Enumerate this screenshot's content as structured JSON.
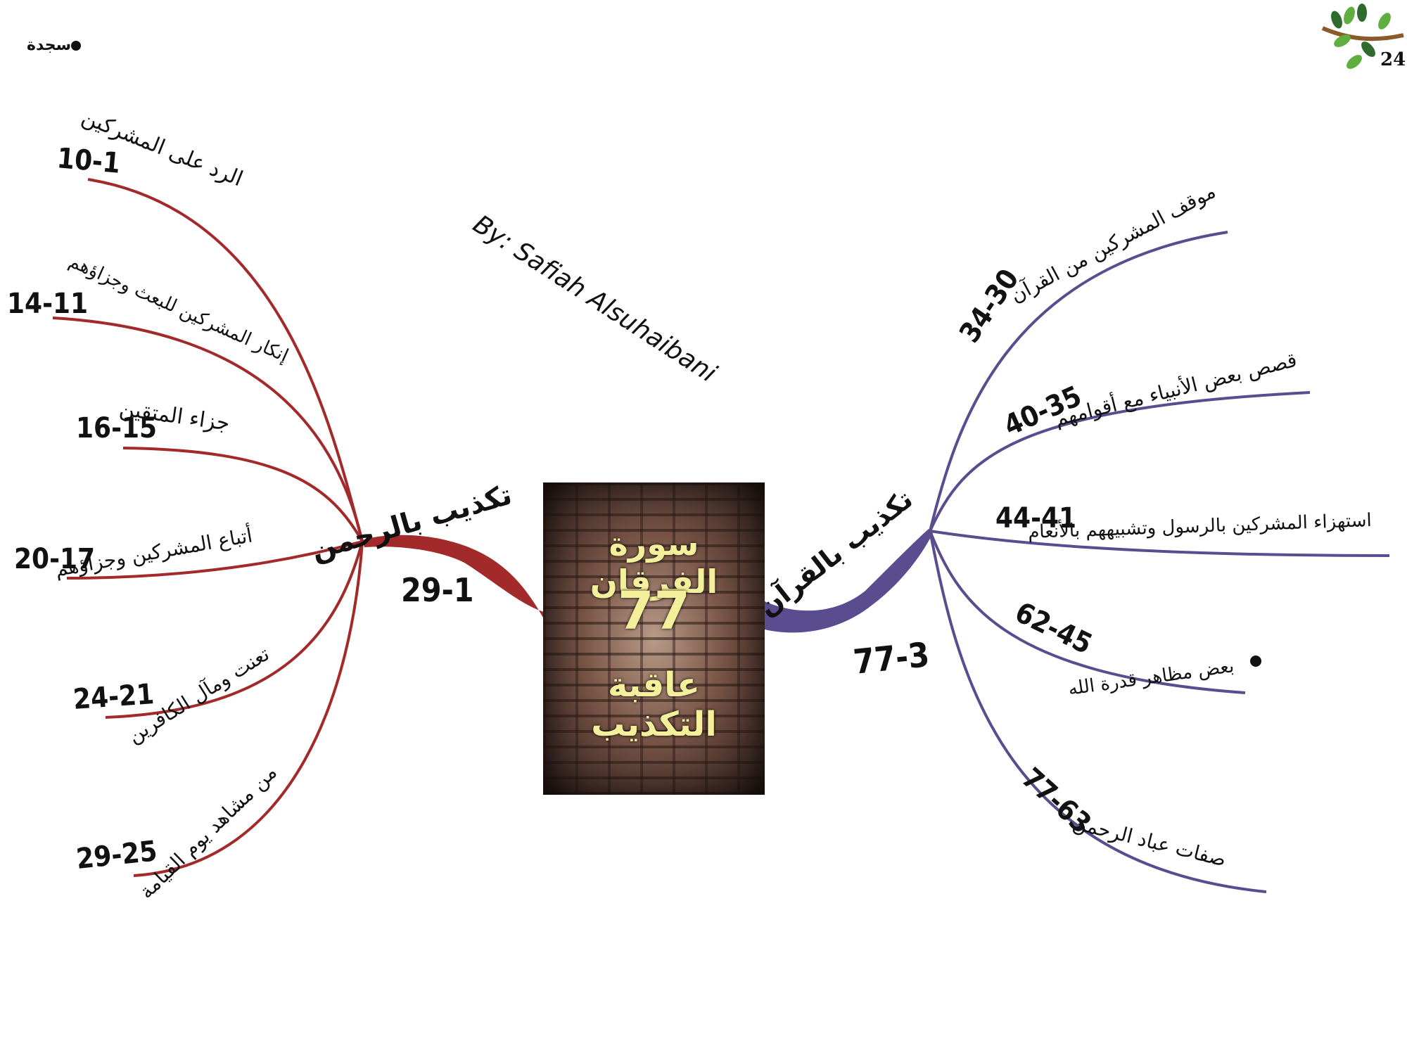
{
  "header": {
    "sajda_label": "سجدة",
    "page_number": "24"
  },
  "author": "By: Safiah Alsuhaibani",
  "center": {
    "title": "سورة الفرقان",
    "ayah_count": "77",
    "theme": "عاقبة التكذيب"
  },
  "left_branch": {
    "title": "تكذيب بالرحمن",
    "range": "29-1",
    "color": "#a32a2a",
    "items": [
      {
        "text": "الرد على المشركين",
        "range": "10-1"
      },
      {
        "text": "إنكار المشركين للبعث وجزاؤهم",
        "range": "14-11"
      },
      {
        "text": "جزاء المتقين",
        "range": "16-15"
      },
      {
        "text": "أتباع المشركين وجزاؤهم",
        "range": "20-17"
      },
      {
        "text": "تعنت ومآل الكافرين",
        "range": "24-21"
      },
      {
        "text": "من مشاهد يوم القيامة",
        "range": "29-25"
      }
    ]
  },
  "right_branch": {
    "title": "تكذيب بالقرآن",
    "range": "77-3",
    "color": "#5a4d8f",
    "items": [
      {
        "text": "موقف المشركين من القرآن",
        "range": "34-30"
      },
      {
        "text": "قصص بعض الأنبياء مع أقوامهم",
        "range": "40-35"
      },
      {
        "text": "استهزاء المشركين بالرسول وتشبيههم بالأنعام",
        "range": "44-41"
      },
      {
        "text": "بعض مظاهر قدرة الله",
        "range": "62-45"
      },
      {
        "text": "صفات عباد الرحمن",
        "range": "77-63"
      }
    ]
  }
}
